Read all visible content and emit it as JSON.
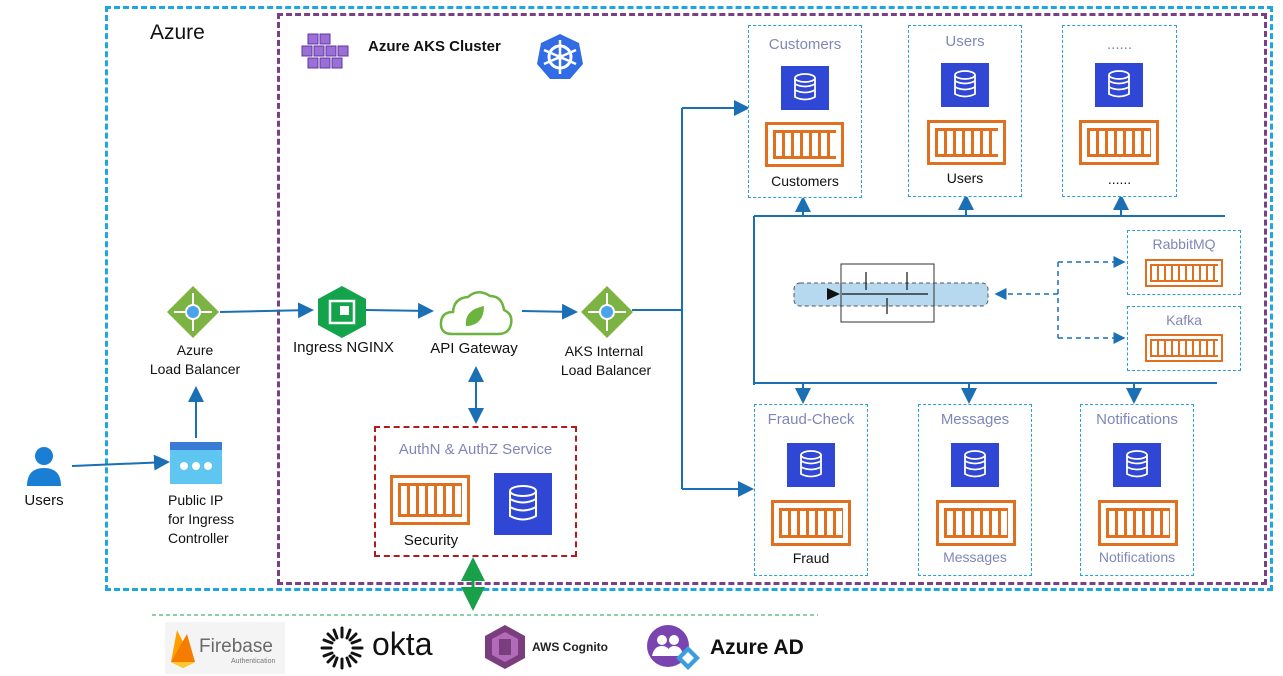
{
  "azure": {
    "title": "Azure"
  },
  "cluster": {
    "title": "Azure AKS Cluster"
  },
  "users": {
    "label": "Users"
  },
  "public_ip": {
    "line1": "Public IP",
    "line2": "for Ingress",
    "line3": "Controller"
  },
  "azure_lb": {
    "line1": "Azure",
    "line2": "Load Balancer"
  },
  "ingress": {
    "label": "Ingress NGINX"
  },
  "gateway": {
    "label": "API Gateway"
  },
  "internal_lb": {
    "line1": "AKS Internal",
    "line2": "Load Balancer"
  },
  "auth": {
    "title": "AuthN & AuthZ Service",
    "sub": "Security"
  },
  "services_top": [
    {
      "title": "Customers",
      "sub": "Customers"
    },
    {
      "title": "Users",
      "sub": "Users"
    },
    {
      "title": "......",
      "sub": "......"
    }
  ],
  "services_bottom": [
    {
      "title": "Fraud-Check",
      "sub": "Fraud"
    },
    {
      "title": "Messages",
      "sub": "Messages"
    },
    {
      "title": "Notifications",
      "sub": "Notifications"
    }
  ],
  "brokers": [
    {
      "title": "RabbitMQ"
    },
    {
      "title": "Kafka"
    }
  ],
  "providers": {
    "firebase": "Firebase",
    "firebase_sub": "Authentication",
    "okta": "okta",
    "cognito": "AWS Cognito",
    "azure_ad": "Azure AD"
  },
  "colors": {
    "azure_border": "#1ea6e0",
    "cluster_border": "#7b3f86",
    "service_border": "#2aa1d4",
    "db_blue": "#3046d4",
    "container_orange": "#e07020",
    "arrow_blue": "#1a6fb5",
    "arrow_green": "#1aa04a",
    "auth_border": "#b01c1c",
    "lb_green": "#7cb342",
    "nginx_green": "#13a34b",
    "muted_title": "#8086b8"
  }
}
